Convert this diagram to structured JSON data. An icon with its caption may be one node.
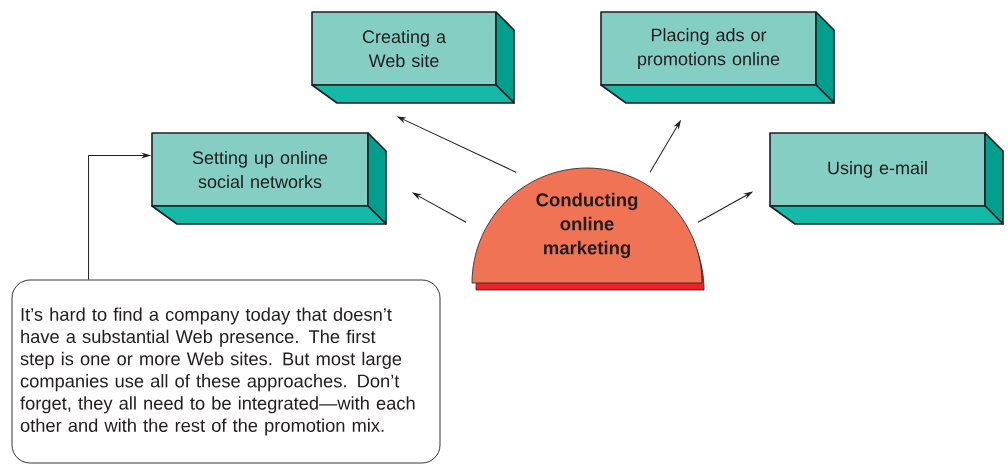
{
  "diagram": {
    "nodes": [
      {
        "text": [
          "Conducting online marketing"
        ]
      },
      {
        "text": [
          "Creating a Web site"
        ]
      },
      {
        "text": [
          "Placing ads or promotions online"
        ]
      },
      {
        "text": [
          "Setting up online social networks"
        ]
      },
      {
        "text": [
          "Using e-mail"
        ]
      },
      {
        "text": [
          "It’s hard to find a company today that doesn’t have a substantial Web presence. The first step is one or more Web sites. But most large companies use all of these approaches. Don’t forget, they all need to be integrated—with each other and with the rest of the promotion mix."
        ]
      }
    ],
    "edges": [
      {
        "from": 0,
        "to": 1,
        "arrow": "to"
      },
      {
        "from": 0,
        "to": 2,
        "arrow": "to"
      },
      {
        "from": 0,
        "to": 3,
        "arrow": "to"
      },
      {
        "from": 0,
        "to": 4,
        "arrow": "to"
      },
      {
        "from": 5,
        "to": 3,
        "arrow": "to"
      }
    ]
  }
}
